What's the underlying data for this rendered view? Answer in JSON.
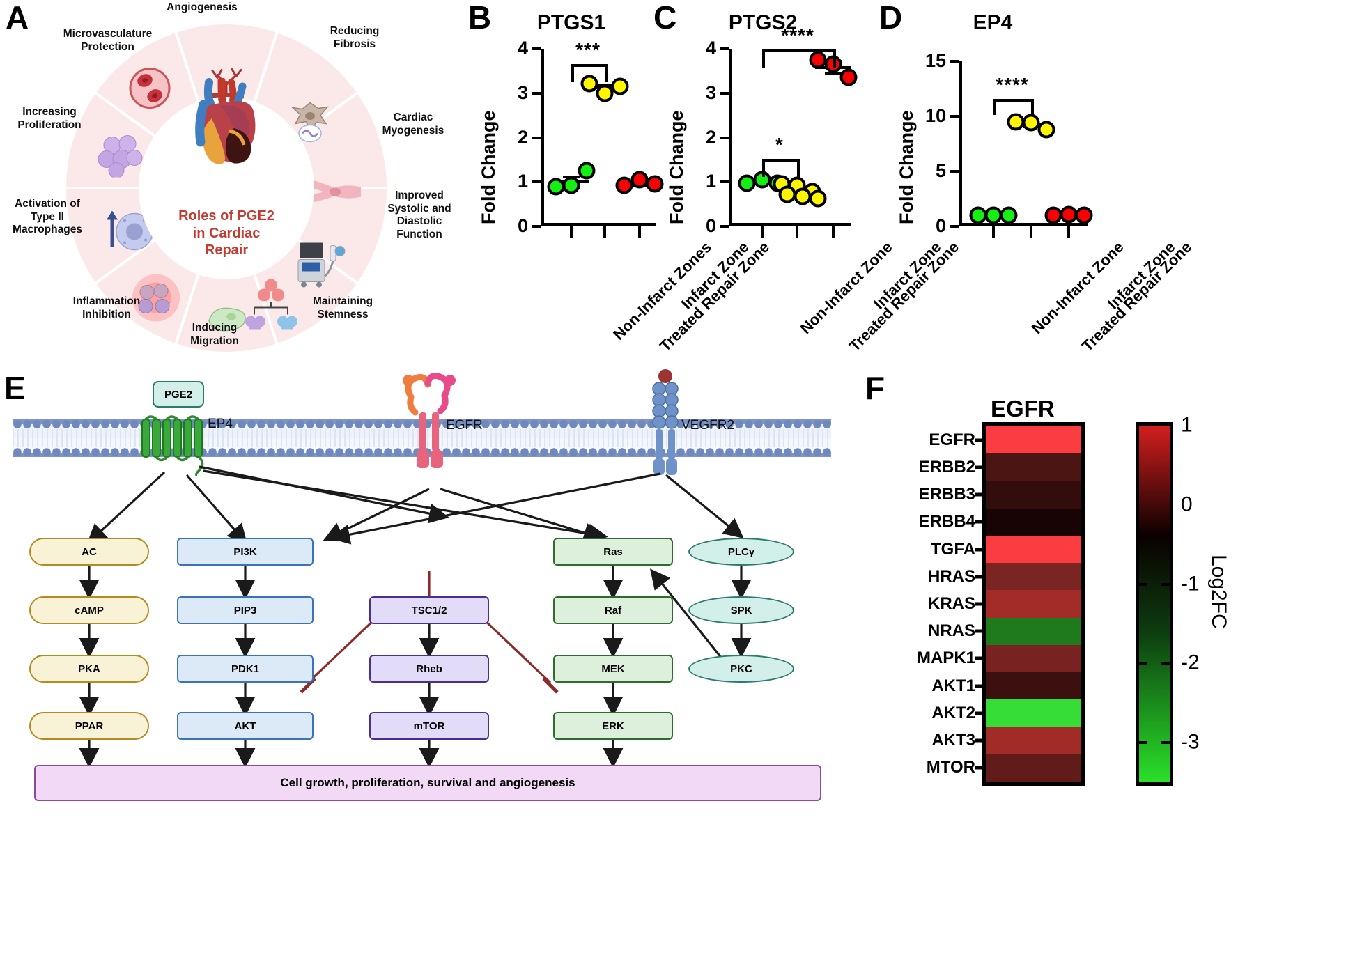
{
  "panels": {
    "A": {
      "letter": "A"
    },
    "B": {
      "letter": "B"
    },
    "C": {
      "letter": "C"
    },
    "D": {
      "letter": "D"
    },
    "E": {
      "letter": "E"
    },
    "F": {
      "letter": "F"
    }
  },
  "wheel": {
    "center_line1": "Roles of PGE2",
    "center_line2": "in Cardiac",
    "center_line3": "Repair",
    "center_color": "#c43b32",
    "ring_color": "#fbe9ea",
    "labels": [
      {
        "text": "Angiogenesis",
        "icon": "blood-vessel-branch-icon"
      },
      {
        "text": "Reducing\nFibrosis",
        "icon": "fibroblast-cell-icon"
      },
      {
        "text": "Cardiac\nMyogenesis",
        "icon": "muscle-fiber-icon"
      },
      {
        "text": "Improved\nSystolic and\nDiastolic\nFunction",
        "icon": "ultrasound-machine-icon"
      },
      {
        "text": "Maintaining\nStemness",
        "icon": "stem-cell-division-icon"
      },
      {
        "text": "Inducing\nMigration",
        "icon": "migrating-cell-icon"
      },
      {
        "text": "Inflammation\nInhibition",
        "icon": "inflamed-cells-icon"
      },
      {
        "text": "Activation of\nType II\nMacrophages",
        "icon": "macrophage-icon"
      },
      {
        "text": "Increasing\nProliferation",
        "icon": "proliferating-cells-icon"
      },
      {
        "text": "Microvasculature\nProtection",
        "icon": "capillary-rbc-icon"
      }
    ]
  },
  "chart_data": [
    {
      "panel": "B",
      "type": "scatter",
      "title": "PTGS1",
      "ylabel": "Fold Change",
      "ylim": [
        0,
        4
      ],
      "yticks": [
        0,
        1,
        2,
        3,
        4
      ],
      "categories": [
        "Non-Infarct Zones",
        "Treated Repair Zone",
        "Infarct Zone"
      ],
      "series": [
        {
          "name": "Non-Infarct Zones",
          "color": "#14f014",
          "values": [
            0.9,
            0.92,
            1.25
          ],
          "mean": 1.0,
          "sem": 0.12
        },
        {
          "name": "Treated Repair Zone",
          "color": "#fff500",
          "values": [
            3.22,
            3.0,
            3.15
          ],
          "mean": 3.12,
          "sem": 0.07
        },
        {
          "name": "Infarct Zone",
          "color": "#fa0000",
          "values": [
            0.93,
            1.05,
            0.96
          ],
          "mean": 0.98,
          "sem": 0.05
        }
      ],
      "annotations": [
        {
          "label": "***",
          "from": "Non-Infarct Zones",
          "to": "Treated Repair Zone",
          "y": 3.65
        }
      ]
    },
    {
      "panel": "C",
      "type": "scatter",
      "title": "PTGS2",
      "ylabel": "Fold Change",
      "ylim": [
        0,
        4
      ],
      "yticks": [
        0,
        1,
        2,
        3,
        4
      ],
      "categories": [
        "Non-Infarct Zone",
        "Treated Repair Zone",
        "Infarct Zone"
      ],
      "series": [
        {
          "name": "Non-Infarct Zone",
          "color": "#14f014",
          "values": [
            0.98,
            1.05,
            0.97
          ],
          "mean": 1.0,
          "sem": 0.04
        },
        {
          "name": "Treated Repair Zone",
          "color": "#fff500",
          "values": [
            0.95,
            0.92,
            0.78,
            0.72,
            0.68,
            0.62
          ],
          "mean": 0.78,
          "sem": 0.07
        },
        {
          "name": "Infarct Zone",
          "color": "#fa0000",
          "values": [
            3.75,
            3.66,
            3.35
          ],
          "mean": 3.58,
          "sem": 0.13
        }
      ],
      "annotations": [
        {
          "label": "****",
          "from": "Non-Infarct Zone",
          "to": "Infarct Zone",
          "y": 3.98
        },
        {
          "label": "*",
          "from": "Non-Infarct Zone",
          "to": "Treated Repair Zone",
          "y": 1.52
        }
      ]
    },
    {
      "panel": "D",
      "type": "scatter",
      "title": "EP4",
      "ylabel": "Fold Change",
      "ylim": [
        0,
        15
      ],
      "yticks": [
        0,
        5,
        10,
        15
      ],
      "categories": [
        "Non-Infarct Zone",
        "Treated Repair Zone",
        "Infarct Zone"
      ],
      "series": [
        {
          "name": "Non-Infarct Zone",
          "color": "#14f014",
          "values": [
            1.0,
            1.0,
            1.0
          ],
          "mean": 1.0,
          "sem": 0.05
        },
        {
          "name": "Treated Repair Zone",
          "color": "#fff500",
          "values": [
            9.5,
            9.4,
            8.8
          ],
          "mean": 9.3,
          "sem": 0.25
        },
        {
          "name": "Infarct Zone",
          "color": "#fa0000",
          "values": [
            1.0,
            1.1,
            1.0
          ],
          "mean": 1.03,
          "sem": 0.05
        }
      ],
      "annotations": [
        {
          "label": "****",
          "from": "Non-Infarct Zone",
          "to": "Treated Repair Zone",
          "y": 11.6
        }
      ]
    },
    {
      "panel": "F",
      "type": "heatmap",
      "title": "EGFR",
      "colorbar_title": "Log2FC",
      "colorbar_ticks": [
        1,
        0,
        -1,
        -2,
        -3
      ],
      "colorbar_range": [
        1,
        -3.5
      ],
      "rows": [
        {
          "gene": "EGFR",
          "value": 0.95,
          "color": "#fb3d42"
        },
        {
          "gene": "ERBB2",
          "value": -0.55,
          "color": "#4a1513"
        },
        {
          "gene": "ERBB3",
          "value": -0.72,
          "color": "#330c0c"
        },
        {
          "gene": "ERBB4",
          "value": -0.92,
          "color": "#190405"
        },
        {
          "gene": "TGFA",
          "value": 0.93,
          "color": "#fb3d42"
        },
        {
          "gene": "HRAS",
          "value": -0.18,
          "color": "#7a2522"
        },
        {
          "gene": "KRAS",
          "value": 0.2,
          "color": "#a42c28"
        },
        {
          "gene": "NRAS",
          "value": -2.45,
          "color": "#1f7a1c"
        },
        {
          "gene": "MAPK1",
          "value": -0.25,
          "color": "#782322"
        },
        {
          "gene": "AKT1",
          "value": -0.7,
          "color": "#3d1010"
        },
        {
          "gene": "AKT2",
          "value": -3.2,
          "color": "#36dd36"
        },
        {
          "gene": "AKT3",
          "value": 0.05,
          "color": "#a02b27"
        },
        {
          "gene": "MTOR",
          "value": -0.35,
          "color": "#611c19"
        }
      ]
    }
  ],
  "pathway": {
    "ligand": "PGE2",
    "receptors": [
      {
        "name": "EP4"
      },
      {
        "name": "EGFR"
      },
      {
        "name": "VEGFR2"
      }
    ],
    "nodes": [
      {
        "id": "AC",
        "label": "AC",
        "group": "tan"
      },
      {
        "id": "cAMP",
        "label": "cAMP",
        "group": "tan"
      },
      {
        "id": "PKA",
        "label": "PKA",
        "group": "tan"
      },
      {
        "id": "PPAR",
        "label": "PPAR",
        "group": "tan"
      },
      {
        "id": "PI3K",
        "label": "PI3K",
        "group": "blue"
      },
      {
        "id": "PIP3",
        "label": "PIP3",
        "group": "blue"
      },
      {
        "id": "PDK1",
        "label": "PDK1",
        "group": "blue"
      },
      {
        "id": "AKT",
        "label": "AKT",
        "group": "blue"
      },
      {
        "id": "TSC12",
        "label": "TSC1/2",
        "group": "purple"
      },
      {
        "id": "Rheb",
        "label": "Rheb",
        "group": "purple"
      },
      {
        "id": "mTOR",
        "label": "mTOR",
        "group": "purple"
      },
      {
        "id": "Ras",
        "label": "Ras",
        "group": "green"
      },
      {
        "id": "Raf",
        "label": "Raf",
        "group": "green"
      },
      {
        "id": "MEK",
        "label": "MEK",
        "group": "green"
      },
      {
        "id": "ERK",
        "label": "ERK",
        "group": "green"
      },
      {
        "id": "PLCg",
        "label": "PLCγ",
        "group": "teal"
      },
      {
        "id": "SPK",
        "label": "SPK",
        "group": "teal"
      },
      {
        "id": "PKC",
        "label": "PKC",
        "group": "teal"
      }
    ],
    "outcome": "Cell growth, proliferation, survival and angiogenesis"
  }
}
